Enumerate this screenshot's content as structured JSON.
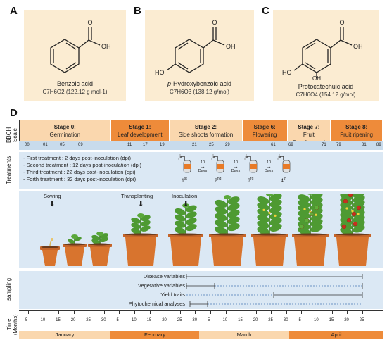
{
  "panels": {
    "A": {
      "letter": "A",
      "name": "Benzoic acid",
      "formula": "C7H6O2 (122.12 g mol-1)",
      "substituents": {
        "oh_top": "OH"
      }
    },
    "B": {
      "letter": "B",
      "name": "p-Hydroxybenzoic acid",
      "name_italic": "p",
      "name_rest": "-Hydroxybenzoic acid",
      "formula": "C7H6O3 (138.12 g/mol)",
      "substituents": {
        "oh_top": "OH",
        "ho": "HO"
      }
    },
    "C": {
      "letter": "C",
      "name": "Protocatechuic acid",
      "formula": "C7H6O4 (154.12 g/mol)",
      "substituents": {
        "oh_top": "OH",
        "ho": "HO",
        "oh_bottom": "OH"
      }
    },
    "D": {
      "letter": "D"
    }
  },
  "bbch": {
    "row_label": "BBCH Scale",
    "stages": [
      {
        "title": "Stage 0:",
        "subtitle": "Germination",
        "tone": "light"
      },
      {
        "title": "Stage 1:",
        "subtitle": "Leaf development",
        "tone": "dark"
      },
      {
        "title": "Stage 2:",
        "subtitle": "Side shoots formation",
        "tone": "light"
      },
      {
        "title": "Stage 6:",
        "subtitle": "Flowering",
        "tone": "dark"
      },
      {
        "title": "Stage 7:",
        "subtitle": "Fruit Development",
        "tone": "light"
      },
      {
        "title": "Stage 8:",
        "subtitle": "Fruit ripening",
        "tone": "dark"
      }
    ],
    "codes": [
      "00",
      "01",
      "05",
      "09",
      "11",
      "17",
      "19",
      "21",
      "25",
      "29",
      "61",
      "69",
      "71",
      "79",
      "81",
      "89"
    ]
  },
  "treatments": {
    "row_label": "Treatments",
    "lines": [
      "- First treatment : 2 days post-inoculation (dpi)",
      "- Second treatment : 12 days post-inoculation (dpi)",
      "- Third treatment : 22 days post-inoculation (dpi)",
      "- Forth treatment : 32 days post-inoculation (dpi)"
    ],
    "sprayers": [
      {
        "ord": "1",
        "sup": "st"
      },
      {
        "ord": "2",
        "sup": "nd"
      },
      {
        "ord": "3",
        "sup": "rd"
      },
      {
        "ord": "4",
        "sup": "th"
      }
    ],
    "intervals": [
      "10",
      "10",
      "10"
    ],
    "interval_unit": "Days"
  },
  "growth": {
    "events": [
      "Sowing",
      "Transplanting",
      "Inoculation"
    ]
  },
  "sampling": {
    "row_label": "sampling",
    "variables": [
      "Disease variables",
      "Vegetative variables",
      "Yield traits",
      "Phytochemical analyses"
    ]
  },
  "time": {
    "row_label": "Time (Months)",
    "months": [
      {
        "name": "January",
        "tone": "light"
      },
      {
        "name": "February",
        "tone": "dark"
      },
      {
        "name": "March",
        "tone": "light"
      },
      {
        "name": "April",
        "tone": "dark"
      }
    ],
    "ticks": [
      "5",
      "10",
      "15",
      "20",
      "25",
      "30",
      "5",
      "10",
      "15",
      "20",
      "25",
      "30",
      "5",
      "10",
      "15",
      "20",
      "25",
      "30",
      "5",
      "10",
      "15",
      "20",
      "25"
    ]
  },
  "colors": {
    "stage_light": "#fad7ae",
    "stage_dark": "#ee8b3a",
    "panel_blue": "#dbe8f4",
    "bbch_blue": "#c8dbec",
    "molecule_bg": "#fbecd2",
    "pot": "#d8742e",
    "leaf": "#3f8a2b",
    "tomato": "#c8301e"
  }
}
